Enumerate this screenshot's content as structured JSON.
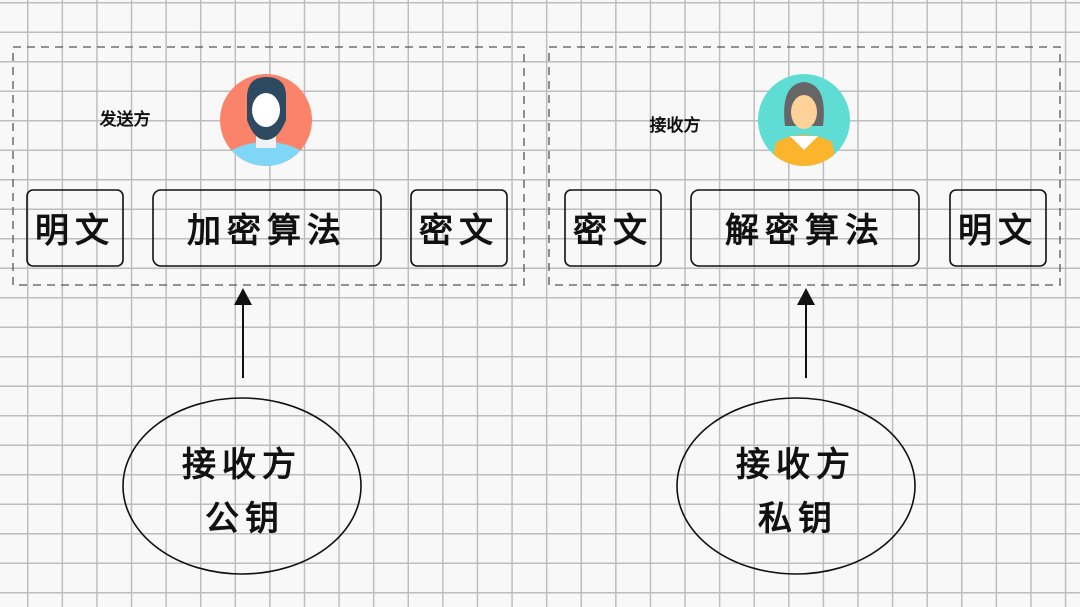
{
  "sender": {
    "label": "发送方",
    "boxes": [
      "明文",
      "加密算法",
      "密文"
    ],
    "key": {
      "line1": "接收方",
      "line2": "公钥"
    }
  },
  "receiver": {
    "label": "接收方",
    "boxes": [
      "密文",
      "解密算法",
      "明文"
    ],
    "key": {
      "line1": "接收方",
      "line2": "私钥"
    }
  },
  "colors": {
    "male_bg": "#fa8369",
    "male_shirt": "#7fd6f7",
    "female_bg": "#5fddd4",
    "female_shirt": "#fbb52c"
  }
}
